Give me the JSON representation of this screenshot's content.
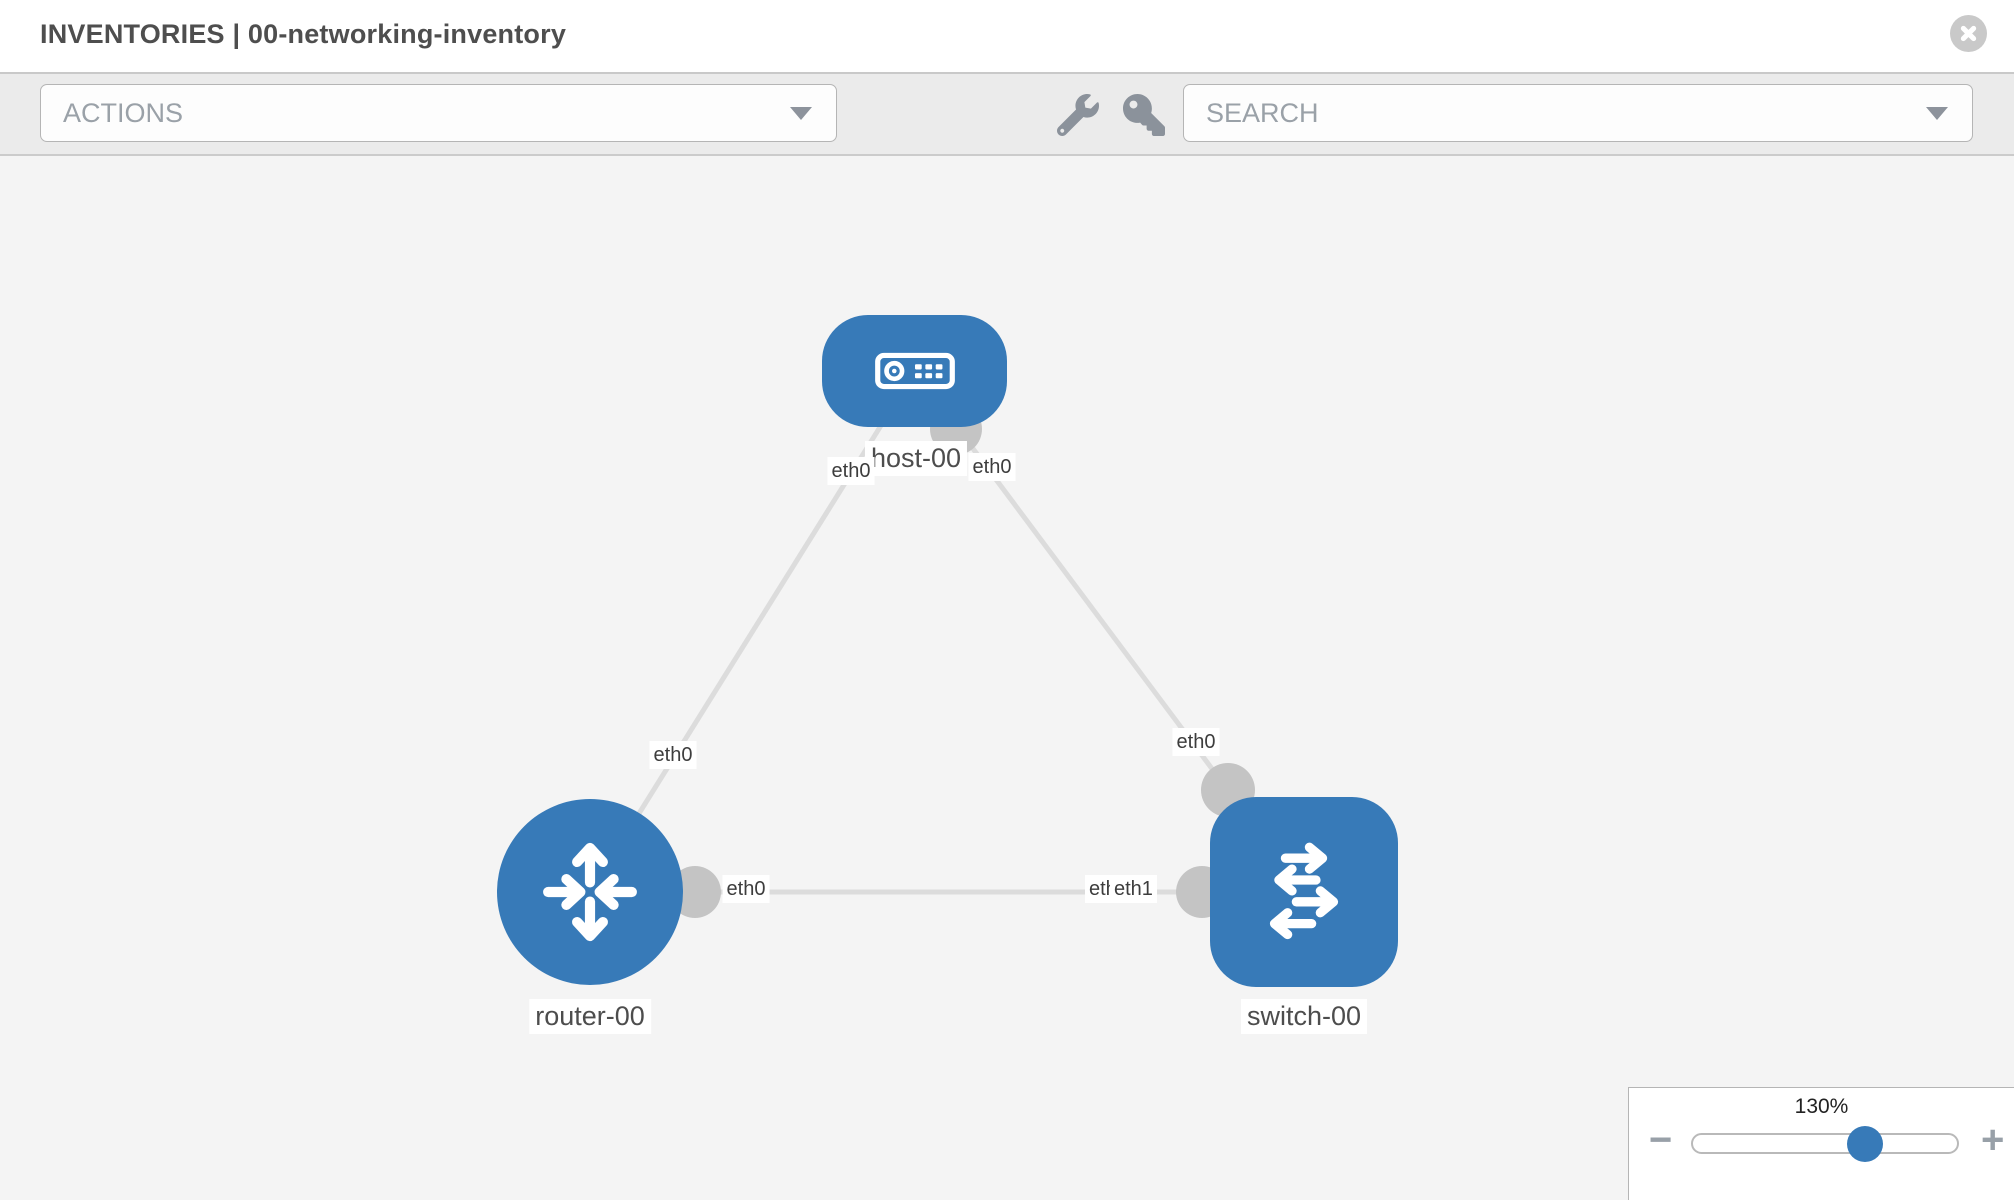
{
  "header": {
    "title": "INVENTORIES | 00-networking-inventory"
  },
  "toolbar": {
    "actions_label": "ACTIONS",
    "search_label": "SEARCH"
  },
  "topology": {
    "nodes": [
      {
        "label": "host-00",
        "type": "host"
      },
      {
        "label": "router-00",
        "type": "router"
      },
      {
        "label": "switch-00",
        "type": "switch"
      }
    ],
    "links": [
      {
        "from": "router-00",
        "to": "host-00",
        "from_if": "eth0",
        "to_if": "eth0"
      },
      {
        "from": "switch-00",
        "to": "host-00",
        "from_if": "eth0",
        "to_if": "eth0"
      },
      {
        "from": "router-00",
        "to": "switch-00",
        "from_if": "eth0",
        "to_if": "eth1"
      }
    ],
    "iface_labels": {
      "host_left": "eth0",
      "host_right": "eth0",
      "diag_left": "eth0",
      "diag_right": "eth0",
      "horiz_left": "eth0",
      "horiz_right_under": "eth0",
      "horiz_right": "eth1"
    }
  },
  "zoom": {
    "level": "130%",
    "minus": "−",
    "plus": "+"
  },
  "colors": {
    "node_blue": "#377ab8",
    "toolbar_gray": "#ebebeb",
    "canvas_gray": "#f4f4f4",
    "link_gray": "#dcdcdc",
    "connector_gray": "#c4c4c4",
    "icon_gray": "#8b929b"
  }
}
